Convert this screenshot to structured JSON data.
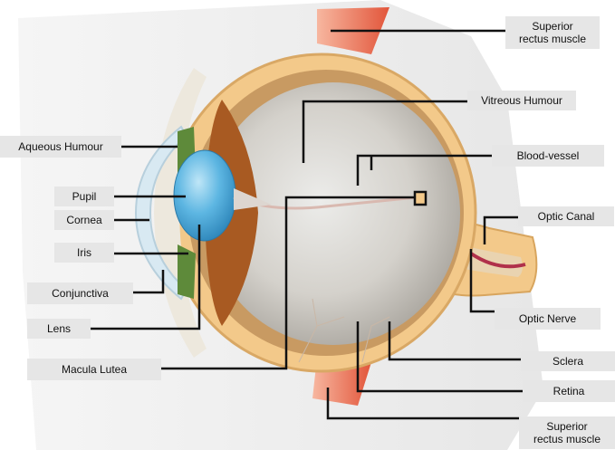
{
  "labels": {
    "superior_rectus_top": "Superior\nrectus muscle",
    "vitreous_humour": "Vitreous Humour",
    "blood_vessel": "Blood-vessel",
    "optic_canal": "Optic Canal",
    "optic_nerve": "Optic Nerve",
    "sclera": "Sclera",
    "retina": "Retina",
    "superior_rectus_bottom": "Superior\nrectus muscle",
    "aqueous_humour": "Aqueous Humour",
    "pupil": "Pupil",
    "cornea": "Cornea",
    "iris": "Iris",
    "conjunctiva": "Conjunctiva",
    "lens": "Lens",
    "macula_lutea": "Macula Lutea"
  },
  "colors": {
    "background_left": "#ececec",
    "sclera": "#f3c98a",
    "vitreous": "#c9c6c0",
    "choroid": "#b8682c",
    "iris": "#5e8a3a",
    "lens": "#4aa7d8",
    "muscle": "#e8785a",
    "leader_line": "#111111",
    "label_bg": "#e6e6e6"
  }
}
